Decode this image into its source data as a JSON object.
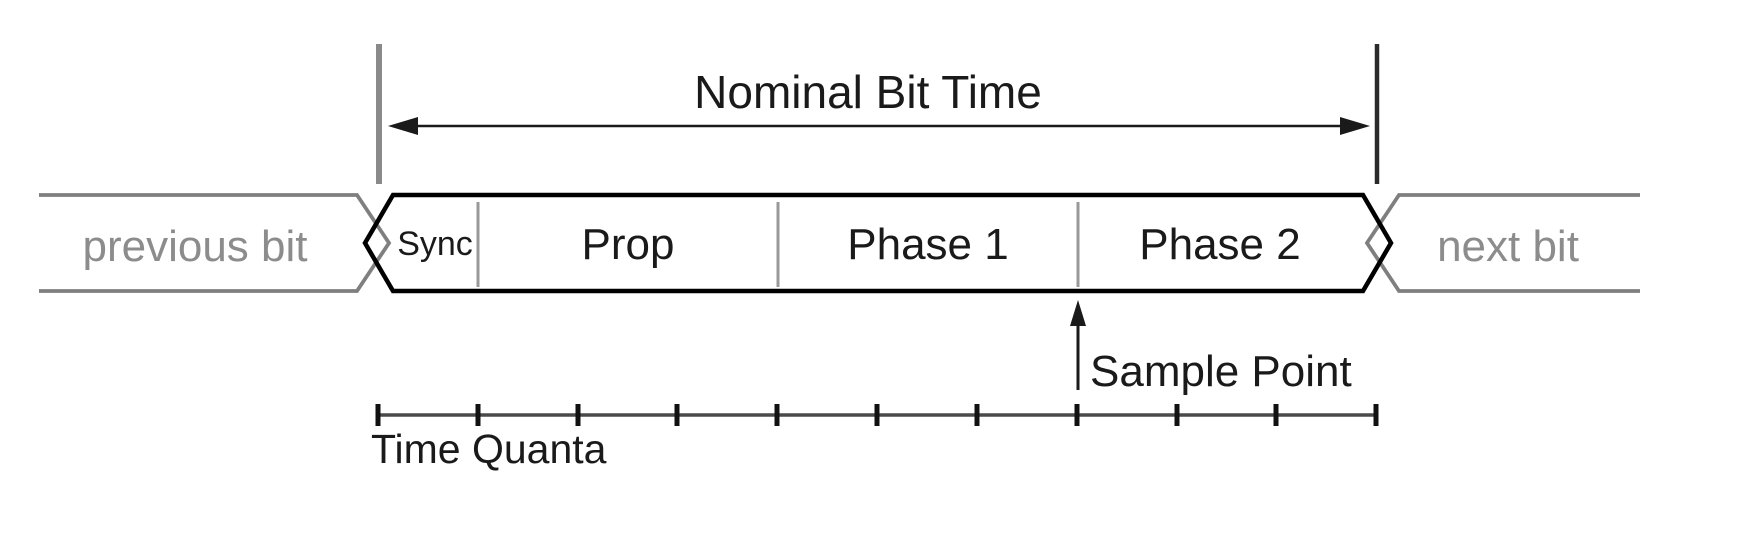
{
  "diagram": {
    "title": "Nominal Bit Time",
    "previous_bit_label": "previous bit",
    "next_bit_label": "next bit",
    "segments": [
      {
        "label": "Sync",
        "time_quanta": 1
      },
      {
        "label": "Prop",
        "time_quanta": 3
      },
      {
        "label": "Phase 1",
        "time_quanta": 3
      },
      {
        "label": "Phase 2",
        "time_quanta": 3
      }
    ],
    "sample_point_label": "Sample Point",
    "time_quanta_label": "Time Quanta",
    "time_quanta_intervals": 10,
    "time_quanta_tick_count": 11,
    "colors": {
      "background": "#ffffff",
      "bit_box_stroke": "#000000",
      "adjacent_bit_stroke": "#7f7f7f",
      "adjacent_bit_text": "#8c8c8c",
      "main_text": "#1a1a1a",
      "arrow_stroke": "#1a1a1a",
      "segment_divider": "#999999",
      "ruler_line": "#4a4a4a",
      "ruler_tick": "#111111",
      "bit_start_line": "#8a8a8a",
      "bit_end_line": "#2b2b2b"
    }
  }
}
